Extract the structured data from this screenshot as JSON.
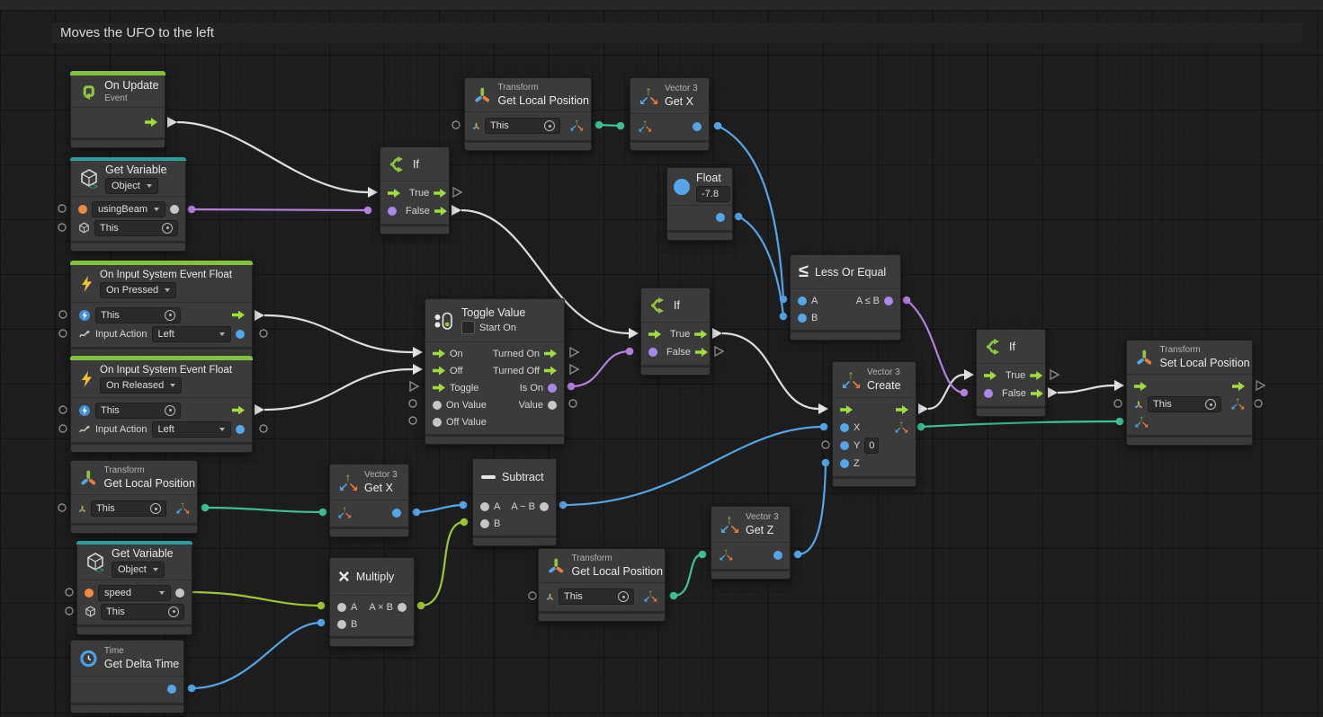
{
  "group": {
    "title": "Moves the UFO to the left"
  },
  "icons": {
    "up_arrow": "↑",
    "down_left_arrow": "↙",
    "down_right_arrow": "↘",
    "less_or_equal": "≤",
    "multiply": "×"
  },
  "nodes": {
    "on_update": {
      "title": "On Update",
      "subtitle": "Event"
    },
    "get_variable_using_beam": {
      "title": "Get Variable",
      "scope": "Object",
      "variable": "usingBeam",
      "target": "This"
    },
    "on_input_pressed": {
      "title": "On Input System Event Float",
      "mode": "On Pressed",
      "target": "This",
      "action_label": "Input Action",
      "action_value": "Left"
    },
    "on_input_released": {
      "title": "On Input System Event Float",
      "mode": "On Released",
      "target": "This",
      "action_label": "Input Action",
      "action_value": "Left"
    },
    "get_local_position_mid": {
      "category": "Transform",
      "title": "Get Local Position",
      "target": "This"
    },
    "get_variable_speed": {
      "title": "Get Variable",
      "scope": "Object",
      "variable": "speed",
      "target": "This"
    },
    "get_delta_time": {
      "category": "Time",
      "title": "Get Delta Time"
    },
    "if_1": {
      "title": "If",
      "true_label": "True",
      "false_label": "False"
    },
    "if_2": {
      "title": "If",
      "true_label": "True",
      "false_label": "False"
    },
    "if_3": {
      "title": "If",
      "true_label": "True",
      "false_label": "False"
    },
    "get_local_position_top": {
      "category": "Transform",
      "title": "Get Local Position",
      "target": "This"
    },
    "get_x_top": {
      "category": "Vector 3",
      "title": "Get X"
    },
    "float_const": {
      "title": "Float",
      "value": "-7.8"
    },
    "toggle_value": {
      "title": "Toggle Value",
      "checkbox_label": "Start On",
      "on": "On",
      "off": "Off",
      "toggle": "Toggle",
      "on_value": "On Value",
      "off_value": "Off Value",
      "turned_on": "Turned On",
      "turned_off": "Turned Off",
      "is_on": "Is On",
      "value": "Value"
    },
    "less_or_equal": {
      "title": "Less Or Equal",
      "a": "A",
      "b": "B",
      "result": "A ≤ B"
    },
    "vector3_create": {
      "category": "Vector 3",
      "title": "Create",
      "x": "X",
      "y": "Y",
      "y_value": "0",
      "z": "Z"
    },
    "get_x_bottom": {
      "category": "Vector 3",
      "title": "Get X"
    },
    "subtract": {
      "title": "Subtract",
      "a": "A",
      "b": "B",
      "result": "A − B"
    },
    "multiply": {
      "title": "Multiply",
      "a": "A",
      "b": "B",
      "result": "A × B"
    },
    "get_local_position_bottom": {
      "category": "Transform",
      "title": "Get Local Position",
      "target": "This"
    },
    "get_z": {
      "category": "Vector 3",
      "title": "Get Z"
    },
    "set_local_position": {
      "category": "Transform",
      "title": "Set Local Position",
      "target": "This"
    }
  },
  "colors": {
    "event_accent": "#82c23a",
    "variable_accent": "#2a9e9e",
    "flow_green": "#9fdd3d",
    "value_blue": "#54a6e8",
    "value_purple": "#ab87e8",
    "value_orange": "#ef8b3f",
    "value_gray": "#c6c6c6",
    "wire_white": "#dedede",
    "wire_teal": "#3cc394",
    "wire_green": "#9cc832",
    "wire_blue": "#54a6e8",
    "wire_purple": "#b57fe0"
  }
}
